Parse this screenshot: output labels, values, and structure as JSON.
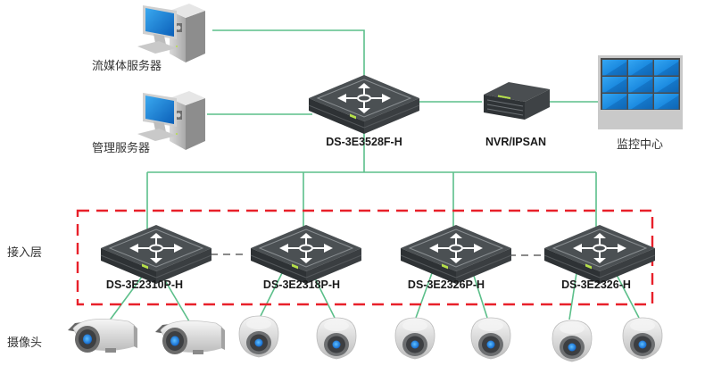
{
  "diagram": {
    "type": "network-topology",
    "colors": {
      "link": "#5cbf8a",
      "access_layer_border": "#e8202a",
      "switch_body": "#3b3f42",
      "switch_top": "#4a4f52",
      "switch_led": "#b6e04a",
      "screen_blue": "#1c8ee0",
      "wall_frame": "#c8c8c8",
      "camera_lens": "#1a6fd6"
    },
    "servers": [
      {
        "id": "stream-server",
        "label": "流媒体服务器",
        "icon": "desktop-server-icon"
      },
      {
        "id": "mgmt-server",
        "label": "管理服务器",
        "icon": "desktop-server-icon"
      }
    ],
    "core": {
      "switch": {
        "label": "DS-3E3528F-H",
        "icon": "switch-icon"
      },
      "storage": {
        "label": "NVR/IPSAN",
        "icon": "nvr-icon"
      },
      "monitor_center": {
        "label": "监控中心",
        "icon": "video-wall-icon"
      }
    },
    "access_layer": {
      "label": "接入层",
      "switches": [
        {
          "label": "DS-3E2310P-H"
        },
        {
          "label": "DS-3E2318P-H"
        },
        {
          "label": "DS-3E2326P-H"
        },
        {
          "label": "DS-3E2326-H"
        }
      ]
    },
    "camera_layer": {
      "label": "摄像头",
      "cameras": [
        {
          "kind": "bullet"
        },
        {
          "kind": "bullet"
        },
        {
          "kind": "dome"
        },
        {
          "kind": "dome"
        },
        {
          "kind": "dome"
        },
        {
          "kind": "dome"
        },
        {
          "kind": "dome"
        },
        {
          "kind": "dome"
        }
      ]
    }
  }
}
